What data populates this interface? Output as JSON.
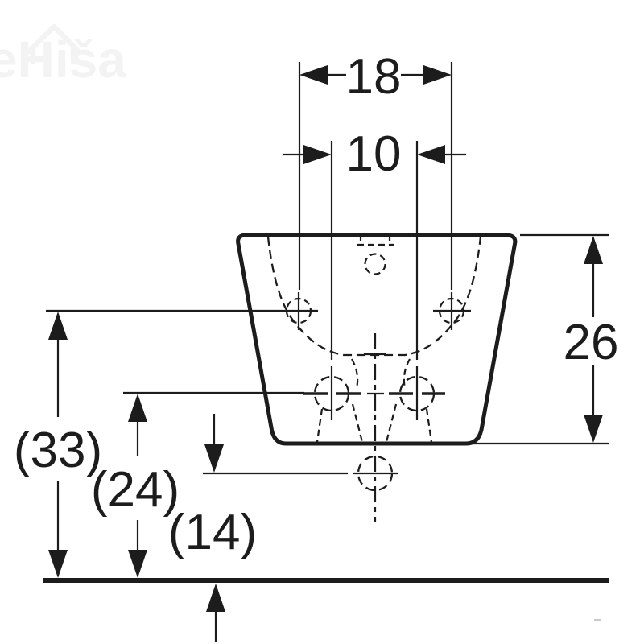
{
  "colors": {
    "line": "#1c1c1c",
    "background": "#ffffff",
    "watermark": "#f3f3f3"
  },
  "watermark": {
    "text": "eHiša"
  },
  "dimensions": {
    "hole_spacing_outer": {
      "label": "18"
    },
    "hole_spacing_inner": {
      "label": "10"
    },
    "body_height": {
      "label": "26"
    },
    "upper_holes_from_floor": {
      "label": "(33)"
    },
    "lower_holes_from_floor": {
      "label": "(24)"
    },
    "outlet_from_floor": {
      "label": "(14)"
    }
  }
}
